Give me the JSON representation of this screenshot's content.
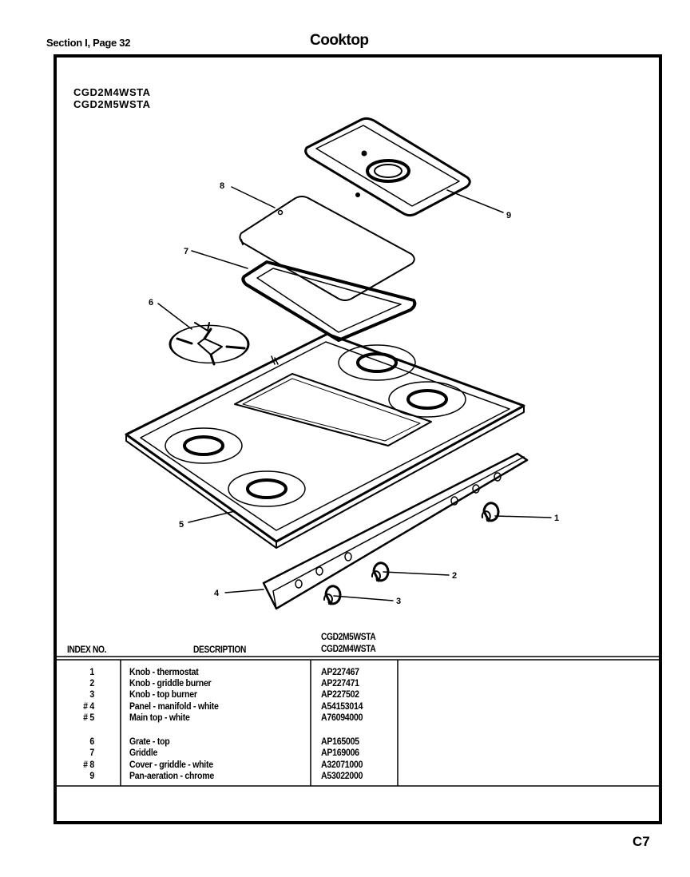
{
  "header": {
    "section": "Section I, Page 32",
    "title": "Cooktop"
  },
  "models": [
    "CGD2M4WSTA",
    "CGD2M5WSTA"
  ],
  "callouts": {
    "c1": "1",
    "c2": "2",
    "c3": "3",
    "c4": "4",
    "c5": "5",
    "c6": "6",
    "c7": "7",
    "c8": "8",
    "c9": "9"
  },
  "table": {
    "headers": {
      "index": "INDEX NO.",
      "description": "DESCRIPTION",
      "model_a": "CGD2M5WSTA",
      "model_b": "CGD2M4WSTA"
    },
    "rows": [
      {
        "index": "1",
        "description": "Knob - thermostat",
        "part": "AP227467"
      },
      {
        "index": "2",
        "description": "Knob - griddle burner",
        "part": "AP227471"
      },
      {
        "index": "3",
        "description": "Knob - top burner",
        "part": "AP227502"
      },
      {
        "index": "# 4",
        "description": "Panel - manifold - white",
        "part": "A54153014"
      },
      {
        "index": "# 5",
        "description": "Main top - white",
        "part": "A76094000"
      },
      {
        "index": "6",
        "description": "Grate - top",
        "part": "AP165005"
      },
      {
        "index": "7",
        "description": "Griddle",
        "part": "AP169006"
      },
      {
        "index": "# 8",
        "description": "Cover - griddle - white",
        "part": "A32071000"
      },
      {
        "index": "9",
        "description": "Pan-aeration - chrome",
        "part": "A53022000"
      }
    ]
  },
  "footer": {
    "page_code": "C7"
  }
}
